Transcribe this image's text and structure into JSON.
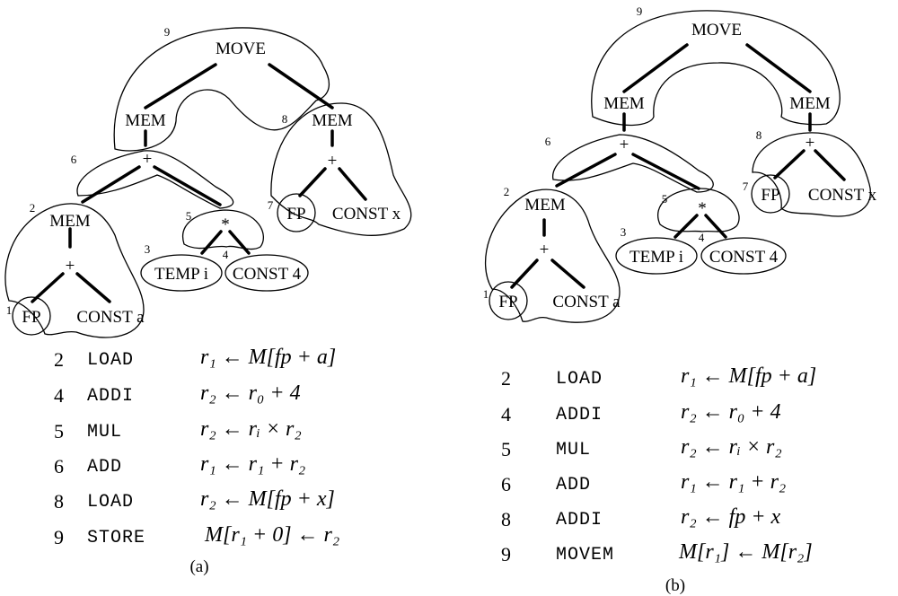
{
  "panel_a": {
    "caption": "(a)",
    "nodes": {
      "move": "MOVE",
      "mem_top_left": "MEM",
      "mem_top_right": "MEM",
      "plus_mid": "+",
      "plus_right": "+",
      "mem_left": "MEM",
      "plus_left": "+",
      "times": "*",
      "fp_left": "FP",
      "const_a": "CONST a",
      "temp_i": "TEMP i",
      "const_4": "CONST 4",
      "fp_right": "FP",
      "const_x": "CONST x"
    },
    "tile_numbers": {
      "t1": "1",
      "t2": "2",
      "t3": "3",
      "t4": "4",
      "t5": "5",
      "t6": "6",
      "t7": "7",
      "t8": "8",
      "t9": "9"
    },
    "instructions": [
      {
        "num": "2",
        "op": "LOAD",
        "expr": "r₁ ← M[fp + a]"
      },
      {
        "num": "4",
        "op": "ADDI",
        "expr": "r₂ ← r₀ + 4"
      },
      {
        "num": "5",
        "op": "MUL",
        "expr": "r₂ ← rᵢ × r₂"
      },
      {
        "num": "6",
        "op": "ADD",
        "expr": "r₁ ← r₁ + r₂"
      },
      {
        "num": "8",
        "op": "LOAD",
        "expr": "r₂ ← M[fp + x]"
      },
      {
        "num": "9",
        "op": "STORE",
        "expr": "M[r₁ + 0] ← r₂"
      }
    ]
  },
  "panel_b": {
    "caption": "(b)",
    "nodes": {
      "move": "MOVE",
      "mem_top_left": "MEM",
      "mem_top_right": "MEM",
      "plus_mid": "+",
      "plus_right": "+",
      "mem_left": "MEM",
      "plus_left": "+",
      "times": "*",
      "fp_left": "FP",
      "const_a": "CONST a",
      "temp_i": "TEMP i",
      "const_4": "CONST 4",
      "fp_right": "FP",
      "const_x": "CONST x"
    },
    "tile_numbers": {
      "t1": "1",
      "t2": "2",
      "t3": "3",
      "t4": "4",
      "t5": "5",
      "t6": "6",
      "t7": "7",
      "t8": "8",
      "t9": "9"
    },
    "instructions": [
      {
        "num": "2",
        "op": "LOAD",
        "expr": "r₁ ← M[fp + a]"
      },
      {
        "num": "4",
        "op": "ADDI",
        "expr": "r₂ ← r₀ + 4"
      },
      {
        "num": "5",
        "op": "MUL",
        "expr": "r₂ ← rᵢ × r₂"
      },
      {
        "num": "6",
        "op": "ADD",
        "expr": "r₁ ← r₁ + r₂"
      },
      {
        "num": "8",
        "op": "ADDI",
        "expr": "r₂ ← fp + x"
      },
      {
        "num": "9",
        "op": "MOVEM",
        "expr": "M[r₁] ← M[r₂]"
      }
    ]
  }
}
